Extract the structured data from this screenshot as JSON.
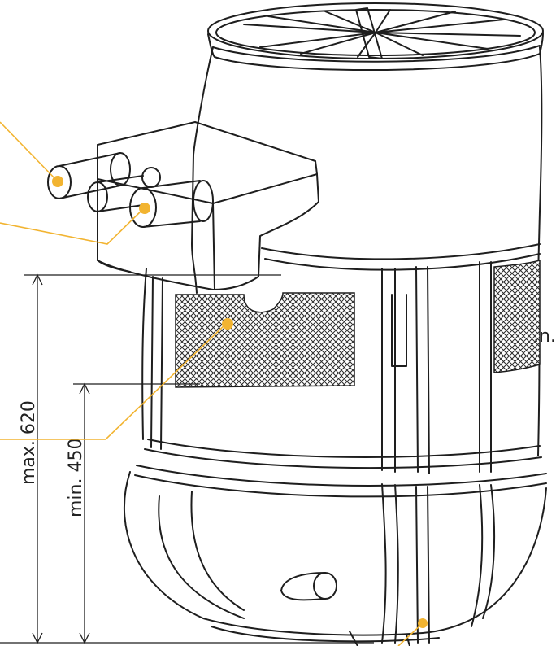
{
  "diagram": {
    "dimensions": {
      "max_label": "max. 620",
      "min_label": "min. 450"
    },
    "cropped_text": ".n.",
    "colors": {
      "callout": "#f2b431",
      "line": "#1e1e1e",
      "mesh": "#333333"
    }
  }
}
